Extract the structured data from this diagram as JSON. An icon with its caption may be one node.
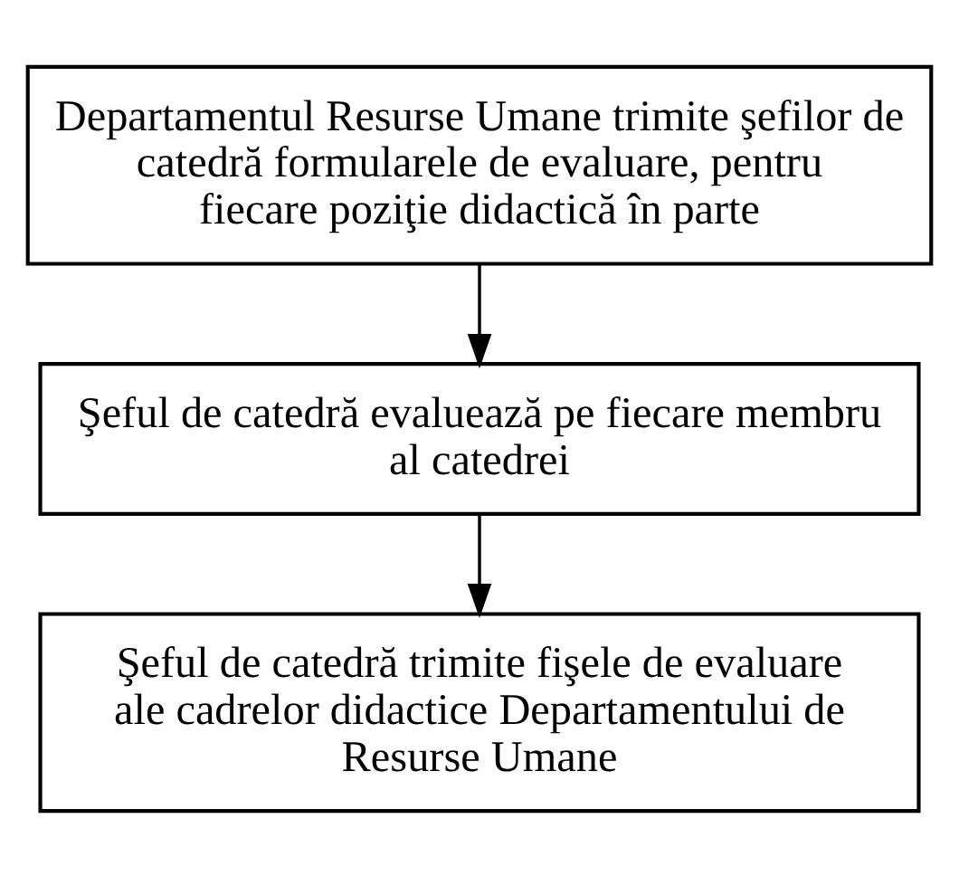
{
  "diagram": {
    "nodes": [
      {
        "text": [
          "Departamentul Resurse Umane trimite şefilor de catedră formularele de evaluare, pentru fiecare poziţie didactică în parte"
        ]
      },
      {
        "text": [
          "Şeful de catedră evaluează pe fiecare membru al catedrei"
        ]
      },
      {
        "text": [
          "Şeful de catedră trimite fişele de evaluare ale cadrelor didactice Departamentului de Resurse Umane"
        ]
      }
    ],
    "edges": [
      {
        "from": 0,
        "to": 1,
        "arrow": "to"
      },
      {
        "from": 1,
        "to": 2,
        "arrow": "to"
      }
    ]
  }
}
